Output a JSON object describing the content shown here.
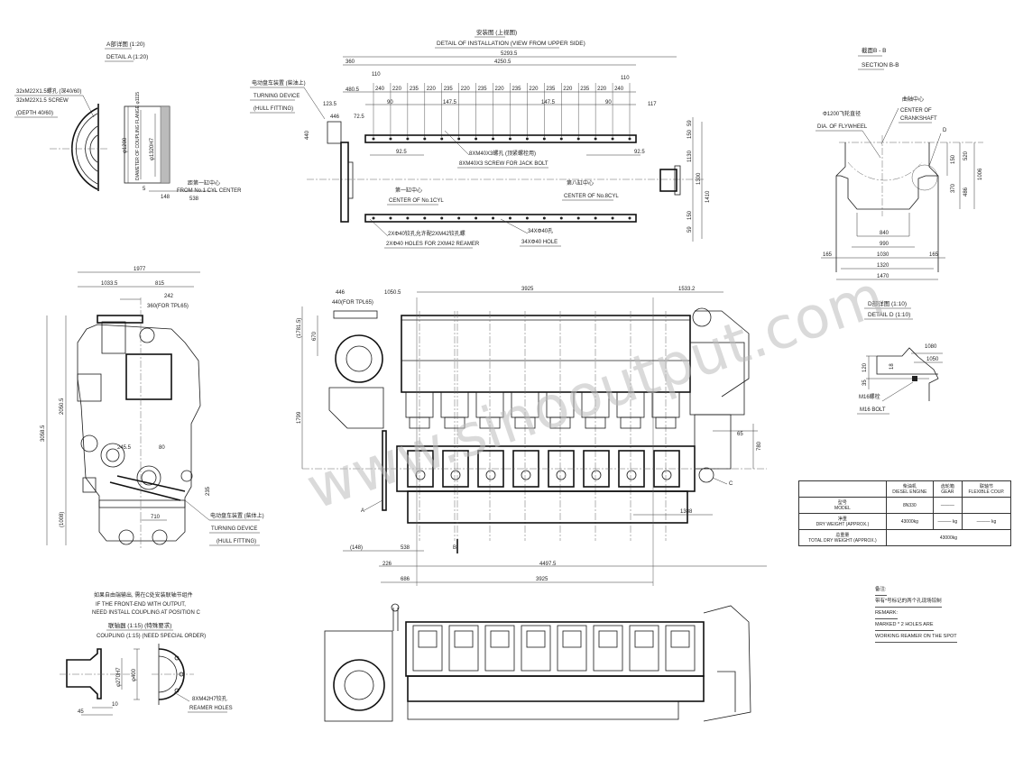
{
  "watermark": "www.sinooutput.com",
  "detail_a": {
    "title_cn": "A部详图 (1:20)",
    "title_en": "DETAIL A (1:20)",
    "screw_cn": "32xM22X1.5螺孔 (深40/60)",
    "screw_en": "32xM22X1.5 SCREW",
    "depth": "(DEPTH 40/60)",
    "dia_outer": "φ1200",
    "flange_label": "DIAMETER OF COUPLING FLANGE φ1115",
    "dia_fit": "φ1320H7",
    "from_cn": "距第一缸中心",
    "from_en": "FROM No.1 CYL CENTER",
    "dim_5": "5",
    "dim_148": "148",
    "dim_538": "538"
  },
  "turning_device_top": {
    "cn": "电动盘车装置 (柴油上)",
    "en": "TURNING DEVICE",
    "note": "(HULL FITTING)"
  },
  "installation": {
    "title_cn": "安装图 (上视图)",
    "title_en": "DETAIL OF INSTALLATION (VIEW FROM UPPER SIDE)",
    "overall": "5293.5",
    "inner": "4250.5",
    "left_offset": "360",
    "first": "480.5",
    "d110a": "110",
    "d110b": "110",
    "spacings": [
      "240",
      "220",
      "235",
      "220",
      "235",
      "220",
      "235",
      "220",
      "235",
      "220",
      "235",
      "220",
      "235",
      "220",
      "240"
    ],
    "d90a": "90",
    "d147a": "147.5",
    "d147b": "147.5",
    "d90b": "90",
    "d117": "117",
    "d123": "123.5",
    "d446": "446",
    "d72": "72.5",
    "d440": "440",
    "d92a": "92.5",
    "d92b": "92.5",
    "jack_cn": "8XM40X3螺孔 (顶紧螺栓用)",
    "jack_en": "8XM40X3 SCREW FOR JACK BOLT",
    "cyl1_cn": "第一缸中心",
    "cyl1_en": "CENTER OF No.1CYL",
    "cyl8_cn": "第八缸中心",
    "cyl8_en": "CENTER OF No.8CYL",
    "reamer_cn": "2XΦ40铰孔允许配2XM42铰孔螺",
    "reamer_en": "2XΦ40 HOLES FOR 2XM42 REAMER",
    "hole_cn": "34XΦ40孔",
    "hole_en": "34XΦ40 HOLE",
    "right_dims": [
      "59",
      "150",
      "1130",
      "1300",
      "1410",
      "150",
      "59"
    ]
  },
  "section_bb": {
    "title_cn": "截面B - B",
    "title_en": "SECTION B-B",
    "flywheel_cn": "Φ1200飞轮直径",
    "flywheel_en": "DIA. OF FLYWHEEL",
    "crank_cn": "曲轴中心",
    "crank_en1": "CENTER OF",
    "crank_en2": "CRANKSHAFT",
    "mark_d": "D",
    "dims_v": [
      "150",
      "520",
      "370",
      "486",
      "1006"
    ],
    "dims_h": [
      "840",
      "990",
      "1030",
      "1320",
      "1470",
      "165",
      "165"
    ]
  },
  "detail_d": {
    "title_cn": "D部详图 (1:10)",
    "title_en": "DETAIL D (1:10)",
    "d1080": "1080",
    "d1050": "1050",
    "d120": "120",
    "d35": "35",
    "d18": "18",
    "bolt_cn": "M16螺栓",
    "bolt_en": "M16 BOLT"
  },
  "side_view": {
    "d1977": "1977",
    "d1033": "1033.5",
    "d815": "815",
    "d242": "242",
    "d360": "360(FOR TPL65)",
    "d3058": "3058.5",
    "d2050": "2050.5",
    "d1008": "(1008)",
    "d245": "245.5",
    "d80": "80",
    "d235": "235",
    "d710": "710",
    "turning_cn": "电动盘车装置 (柴体上)",
    "turning_en": "TURNING DEVICE",
    "turning_note": "(HULL FITTING)"
  },
  "front_view": {
    "d446": "446",
    "d440": "440(FOR TPL65)",
    "d1050": "1050.5",
    "d3925_top": "3925",
    "d1533": "1533.2",
    "d1781": "(1781.5)",
    "d670": "670",
    "d1799": "1799",
    "d65": "65",
    "d780": "780",
    "d1388": "1388",
    "mark_a": "A",
    "mark_b": "B",
    "mark_c": "C",
    "d148": "(148)",
    "d538": "538",
    "d226": "226",
    "d4497": "4497.5",
    "d686": "686",
    "d3925_bot": "3925"
  },
  "spec_table": {
    "headers": [
      {
        "cn": "",
        "en": ""
      },
      {
        "cn": "柴油机",
        "en": "DIESEL ENGINE"
      },
      {
        "cn": "齿轮箱",
        "en": "GEAR"
      },
      {
        "cn": "联轴节",
        "en": "FLEXIBLE COUP."
      }
    ],
    "model": {
      "cn": "型号",
      "en": "MODEL",
      "engine": "8N330",
      "gear": "———",
      "coup": ""
    },
    "dry": {
      "cn": "净重",
      "en": "DRY WEIGHT (APPROX.)",
      "engine": "43000kg",
      "gear": "——— kg",
      "coup": "——— kg"
    },
    "total": {
      "cn": "总重量",
      "en": "TOTAL DRY WEIGHT (APPROX.)",
      "value": "43000kg"
    }
  },
  "remark": {
    "cn_title": "备注:",
    "cn_text": "带有*号标记的两个孔现场铰制",
    "en_title": "REMARK:",
    "en_line1": "MARKED * 2 HOLES ARE",
    "en_line2": "WORKING REAMER ON THE SPOT"
  },
  "coupling": {
    "note_cn": "如果自由端输出, 需在C处安装联轴节组件",
    "note_en1": "IF THE FRONT-END WITH OUTPUT,",
    "note_en2": "NEED INSTALL COUPLING AT POSITION C",
    "title_cn": "联轴器 (1:15) (特殊要求)",
    "title_en": "COUPLING (1:15) (NEED SPECIAL ORDER)",
    "d_fit": "φ270H7",
    "d_outer": "φ400",
    "d10": "10",
    "d45": "45",
    "reamer_cn": "8XM42H7铰孔",
    "reamer_en": "REAMER HOLES"
  }
}
